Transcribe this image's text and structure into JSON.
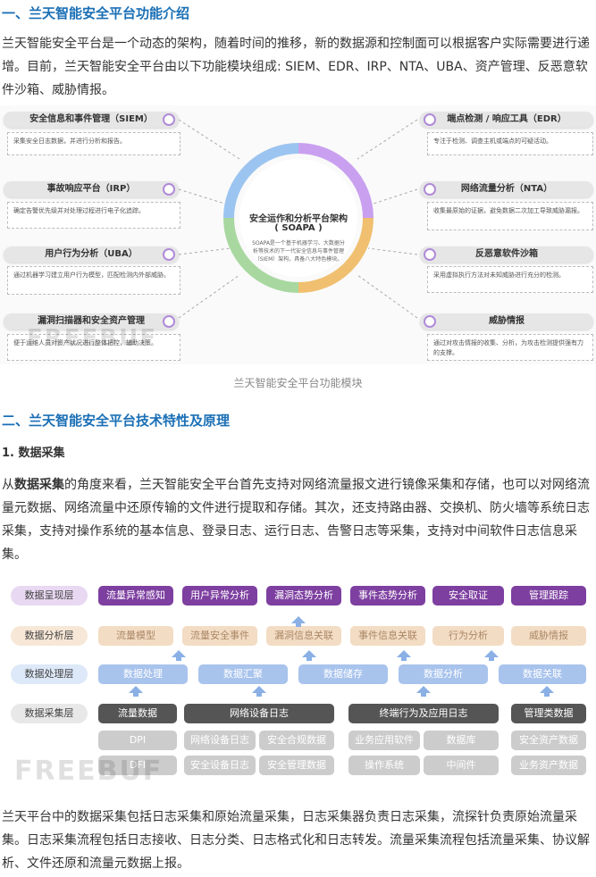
{
  "section1": {
    "heading": "一、兰天智能安全平台功能介绍",
    "intro": "兰天智能安全平台是一个动态的架构，随着时间的推移，新的数据源和控制面可以根据客户实际需要进行递增。目前，兰天智能安全平台由以下功能模块组成: SIEM、EDR、IRP、NTA、UBA、资产管理、反恶意软件沙箱、威胁情报。"
  },
  "figure1": {
    "center_title": "安全运作和分析平台架构",
    "center_subtitle": "( SOAPA )",
    "center_desc": "SOAPA是一个基于机器学习、大数据分析等技术的下一代安全信息与事件管理（SIEM）架构，具备八大特色模块。",
    "left_modules": [
      {
        "title": "安全信息和事件管理（SIEM）",
        "desc": "采集安全日志数据，并进行分析和报告。"
      },
      {
        "title": "事故响应平台（IRP）",
        "desc": "确定告警优先级并对处理过程进行电子化追踪。"
      },
      {
        "title": "用户行为分析（UBA）",
        "desc": "通过机器学习建立用户行为模型，匹配检测内外部威胁。"
      },
      {
        "title": "漏洞扫描器和安全资产管理",
        "desc": "便于运维人员对资产状况进行整体把控，辅助决策。"
      }
    ],
    "right_modules": [
      {
        "title": "端点检测 / 响应工具（EDR）",
        "desc": "专注于检测、调查主机或端点的可疑活动。"
      },
      {
        "title": "网络流量分析（NTA）",
        "desc": "收集最原始的证据，避免数据二次加工导致威胁漏报。"
      },
      {
        "title": "反恶意软件沙箱",
        "desc": "采用虚拟执行方法对未知威胁进行充分的检测。"
      },
      {
        "title": "威胁情报",
        "desc": "通过对攻击情报的收集、分析，为攻击检测提供强有力的支撑。"
      }
    ],
    "watermark": "FREEBUF",
    "caption": "兰天智能安全平台功能模块"
  },
  "section2": {
    "heading": "二、兰天智能安全平台技术特性及原理",
    "sub_heading": "1. 数据采集",
    "para_bold": "数据采集",
    "para_prefix": "从",
    "para_rest": "的角度来看，兰天智能安全平台首先支持对网络流量报文进行镜像采集和存储，也可以对网络流量元数据、网络流量中还原传输的文件进行提取和存储。其次，还支持路由器、交换机、防火墙等系统日志采集，支持对操作系统的基本信息、登录日志、运行日志、告警日志等采集，支持对中间软件日志信息采集。"
  },
  "figure2": {
    "layers": [
      "数据呈现层",
      "数据分析层",
      "数据处理层",
      "数据采集层"
    ],
    "presentation": [
      "流量异常感知",
      "用户异常分析",
      "漏洞态势分析",
      "事件态势分析",
      "安全取证",
      "管理跟踪"
    ],
    "analysis": [
      "流量模型",
      "流量安全事件",
      "漏洞信息关联",
      "事件信息关联",
      "行为分析",
      "威胁情报"
    ],
    "processing": [
      "数据处理",
      "数据汇聚",
      "数据储存",
      "数据分析",
      "数据关联"
    ],
    "collection_heads": [
      "流量数据",
      "网络设备日志",
      "终端行为及应用日志",
      "管理类数据"
    ],
    "collection_row1": [
      "DPI",
      "网络设备日志",
      "安全合规数据",
      "业务应用软件",
      "数据库",
      "安全资产数据"
    ],
    "collection_row2": [
      "DFI",
      "安全设备日志",
      "安全管理数据",
      "操作系统",
      "中间件",
      "业务资产数据"
    ],
    "watermark": "FREEBUF"
  },
  "closing": "兰天平台中的数据采集包括日志采集和原始流量采集，日志采集器负责日志采集，流探针负责原始流量采集。日志采集流程包括日志接收、日志分类、日志格式化和日志转发。流量采集流程包括流量采集、协议解析、文件还原和流量元数据上报。"
}
